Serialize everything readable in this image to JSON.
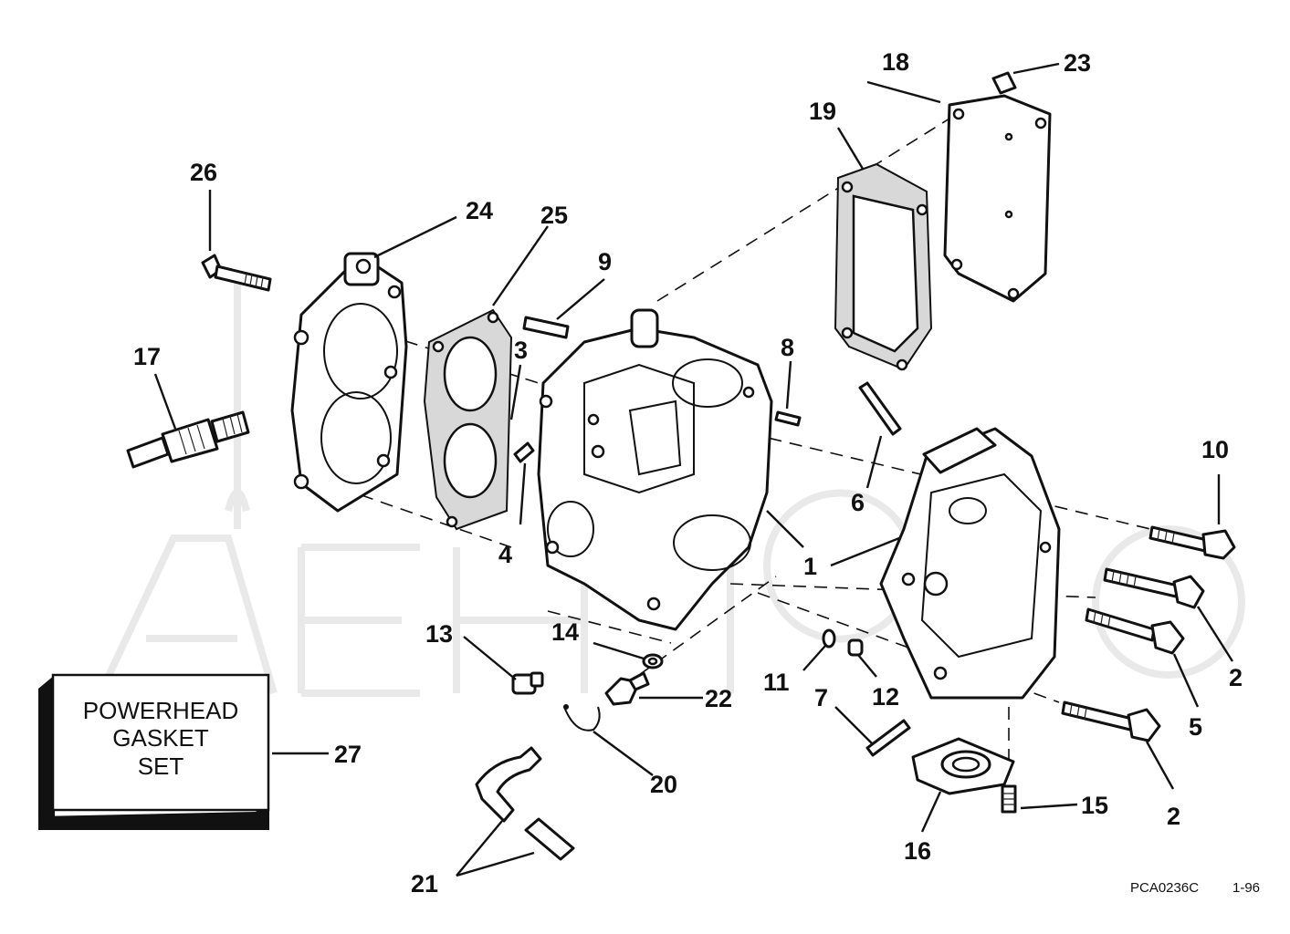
{
  "diagram": {
    "callouts": {
      "c1": "1",
      "c2a": "2",
      "c2b": "2",
      "c3": "3",
      "c4": "4",
      "c5": "5",
      "c6": "6",
      "c7": "7",
      "c8": "8",
      "c9": "9",
      "c10": "10",
      "c11": "11",
      "c12": "12",
      "c13": "13",
      "c14": "14",
      "c15": "15",
      "c16": "16",
      "c17": "17",
      "c18": "18",
      "c19": "19",
      "c20": "20",
      "c21": "21",
      "c22": "22",
      "c23": "23",
      "c24": "24",
      "c25": "25",
      "c26": "26",
      "c27": "27"
    },
    "gasket_set": {
      "line1": "POWERHEAD",
      "line2": "GASKET",
      "line3": "SET"
    },
    "footer": {
      "drawing_code": "PCA0236C",
      "date_code": "1-96"
    }
  }
}
